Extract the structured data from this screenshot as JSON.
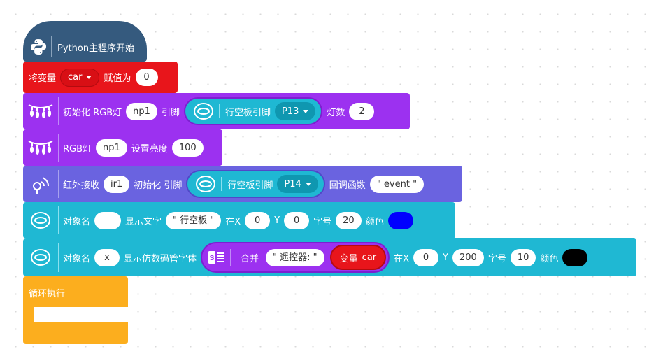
{
  "blocks": {
    "main": {
      "label": "Python主程序开始"
    },
    "set_var": {
      "text1": "将变量",
      "var": "car",
      "text2": "赋值为",
      "value": "0"
    },
    "rgb_init": {
      "text1": "初始化 RGB灯",
      "name": "np1",
      "text2": "引脚",
      "board_label": "行空板引脚",
      "pin": "P13",
      "text3": "灯数",
      "count": "2"
    },
    "rgb_brightness": {
      "text1": "RGB灯",
      "name": "np1",
      "text2": "设置亮度",
      "value": "100"
    },
    "ir_init": {
      "text1": "红外接收",
      "name": "ir1",
      "text2": "初始化 引脚",
      "board_label": "行空板引脚",
      "pin": "P14",
      "text3": "回调函数",
      "callback": "\" event \""
    },
    "display_text": {
      "text1": "对象名",
      "name": "",
      "text2": "显示文字",
      "text_value": "\" 行空板 \"",
      "x_label": "在X",
      "x": "0",
      "y_label": "Y",
      "y": "0",
      "size_label": "字号",
      "size": "20",
      "color_label": "颜色",
      "color": "#0000ff"
    },
    "display_digit": {
      "text1": "对象名",
      "name": "x",
      "text2": "显示仿数码管字体",
      "merge_label": "合并",
      "merge_text": "\" 遥控器: \"",
      "var_label": "变量",
      "var_name": "car",
      "x_label": "在X",
      "x": "0",
      "y_label": "Y",
      "y": "200",
      "size_label": "字号",
      "size": "10",
      "color_label": "颜色",
      "color": "#000000"
    },
    "loop": {
      "label": "循环执行"
    }
  },
  "colors": {
    "main_block": "#355a7e",
    "variable_block": "#e8151b",
    "rgb_block": "#9c31f0",
    "ir_block": "#6a63e0",
    "board_block": "#1fb8d3",
    "loop_block": "#fcae1e"
  },
  "icons": {
    "main": "python-logo-icon",
    "rgb": "rgb-light-string-icon",
    "ir": "ir-receiver-icon",
    "board": "unihiker-board-icon",
    "merge": "text-merge-icon"
  }
}
